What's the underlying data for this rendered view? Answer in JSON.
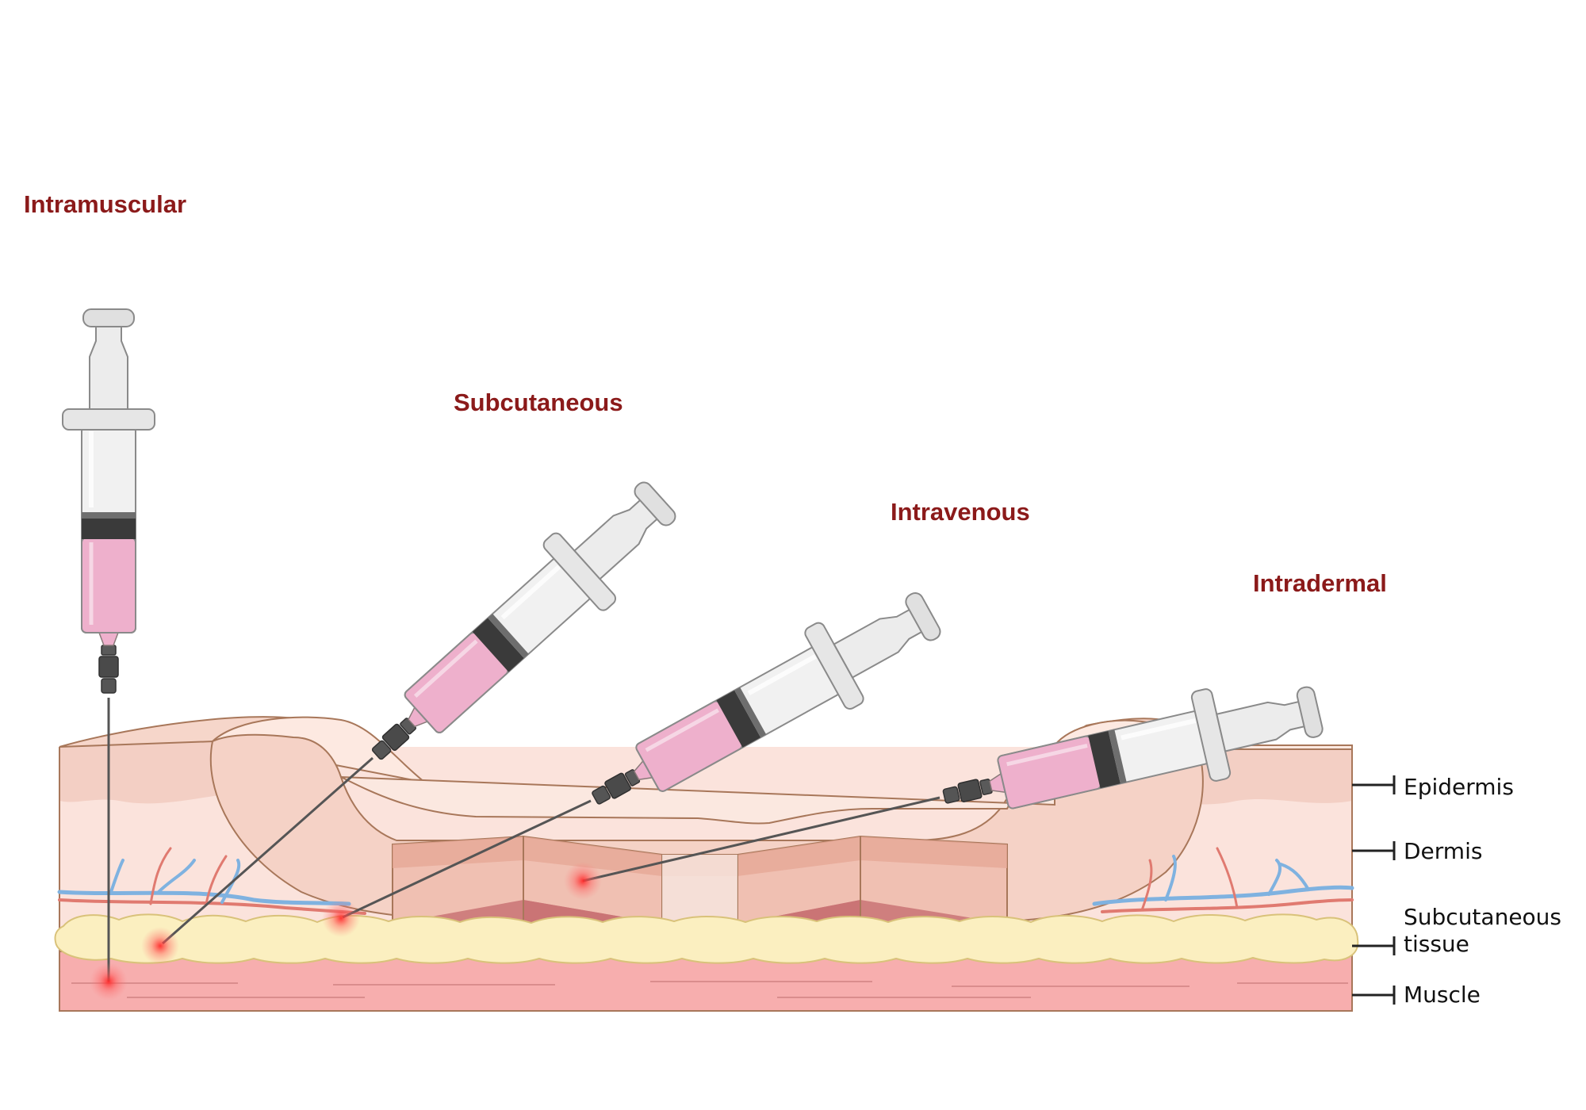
{
  "routes": {
    "intramuscular": "Intramuscular",
    "subcutaneous": "Subcutaneous",
    "intravenous": "Intravenous",
    "intradermal": "Intradermal"
  },
  "layers": {
    "epidermis": "Epidermis",
    "dermis": "Dermis",
    "subcutaneous_tissue": "Subcutaneous tissue",
    "muscle": "Muscle"
  },
  "colors": {
    "route_label": "#8b1a1a",
    "epidermis": "#f3cfc4",
    "dermis": "#fbe3dc",
    "fat": "#fbefc0",
    "muscle": "#f7aeae",
    "skin_outline": "#a8775a",
    "drug": "#eeb0cc",
    "vein": "#7fb2e0",
    "artery": "#e07a70"
  },
  "icons": [
    "syringe-icon",
    "needle-icon",
    "injection-site-icon",
    "blood-vessel-icon"
  ]
}
